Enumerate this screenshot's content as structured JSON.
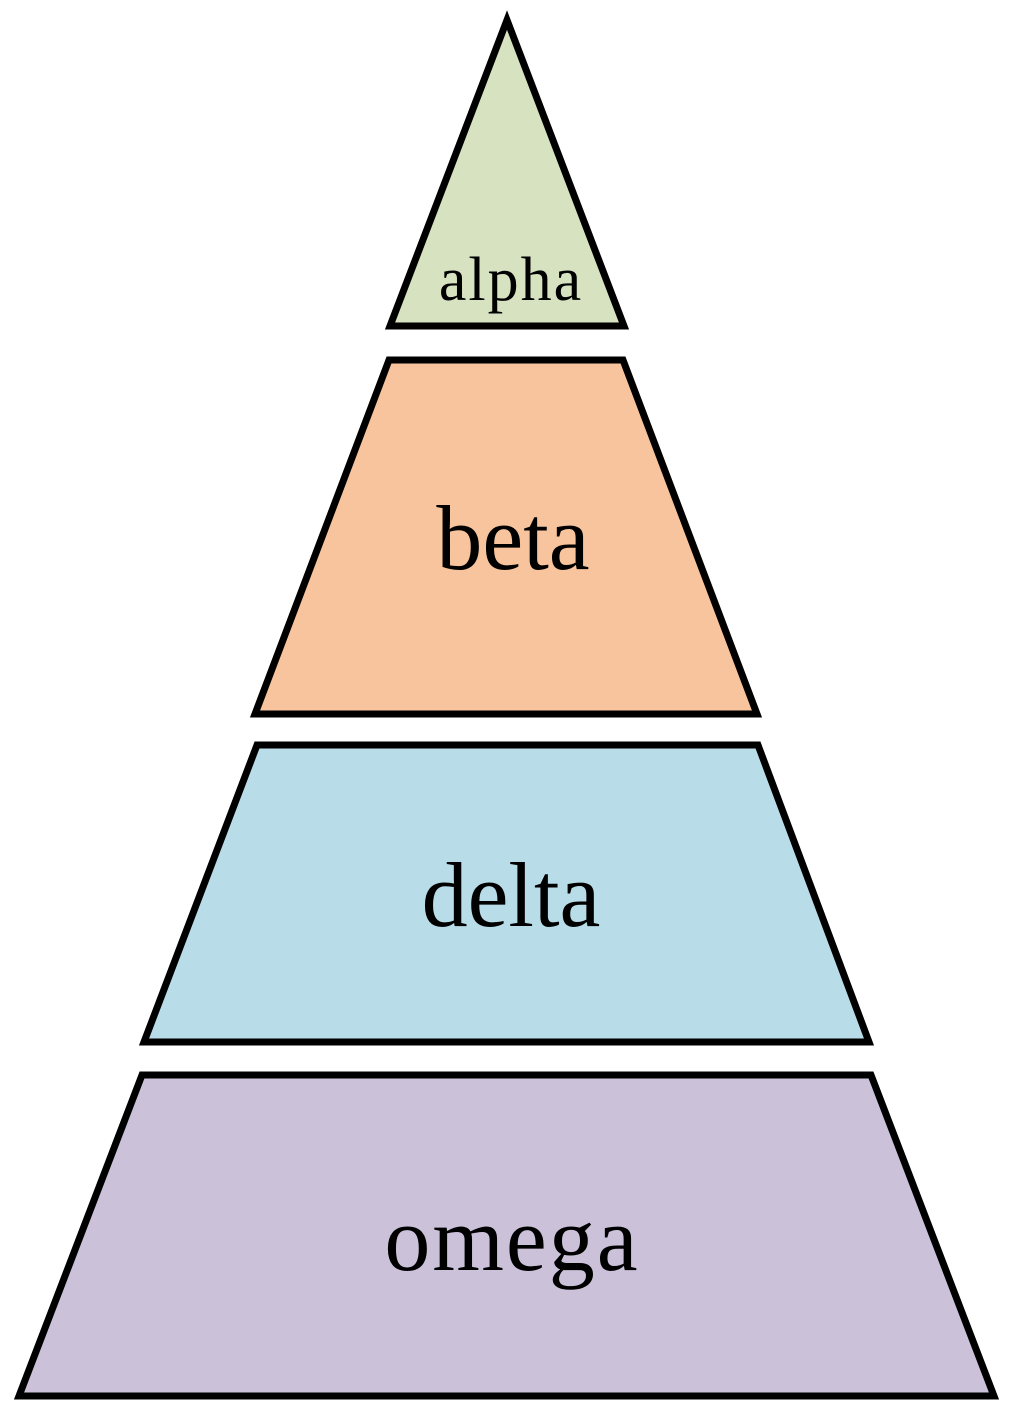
{
  "diagram": {
    "type": "pyramid",
    "tiers": [
      {
        "label": "alpha",
        "fill": "#d6e2c0"
      },
      {
        "label": "beta",
        "fill": "#f7c49d"
      },
      {
        "label": "delta",
        "fill": "#b8dde8"
      },
      {
        "label": "omega",
        "fill": "#cbc2da"
      }
    ]
  }
}
